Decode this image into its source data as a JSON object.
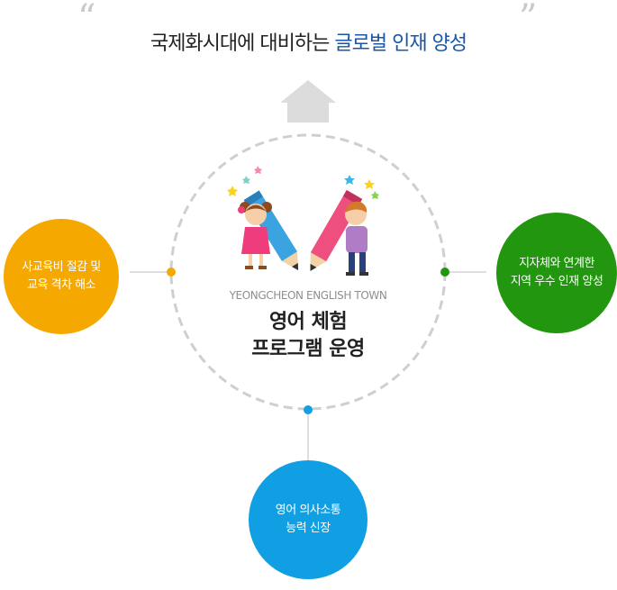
{
  "headline": {
    "open_quote": "“",
    "text": "국제화시대에 대비하는",
    "accent": "글로벌 인재 양성",
    "close_quote": "”"
  },
  "center": {
    "subtitle": "YEONGCHEON ENGLISH TOWN",
    "title_line1": "영어 체험",
    "title_line2": "프로그램 운영"
  },
  "bubbles": {
    "left": {
      "line1": "사교육비 절감 및",
      "line2": "교육 격차 해소",
      "color": "#f5a800"
    },
    "right": {
      "line1": "지자체와 연계한",
      "line2": "지역 우수 인재 양성",
      "color": "#23960f"
    },
    "bottom": {
      "line1": "영어 의사소통",
      "line2": "능력 신장",
      "color": "#109fe3"
    }
  },
  "icons": [
    "house-arrow-icon",
    "girl-with-pencil-icon",
    "boy-with-pencil-icon",
    "star-icon"
  ]
}
